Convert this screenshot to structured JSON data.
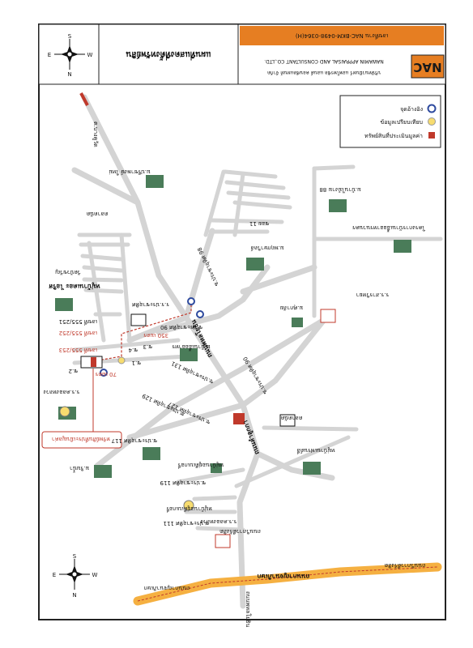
{
  "header": {
    "title": "แผนที่แสดงที่ตั้งทรัพย์สิน",
    "company_th": "บริษัทนวมินทร์ แอพไพรซัล แอนด์ คอนซัลแทนท์ จำกัด",
    "company_en": "NAWAMIN APPRAISAL AND CONSULTANT CO.,LTD.",
    "logo": "NAC",
    "ref": "เลขที่งาน NAC-BKM-0498-0364(H)"
  },
  "legend": [
    {
      "label": "ทรัพย์สินที่ประเมินมูลค่า",
      "icon": "red-square"
    },
    {
      "label": "ข้อมูลเปรียบเทียบ",
      "icon": "yellow-circle"
    },
    {
      "label": "จุดอ้างอิง",
      "icon": "blue-pin"
    }
  ],
  "compass": {
    "n": "N",
    "s": "S",
    "e": "E",
    "w": "W"
  },
  "labels": {
    "road_phaholyothin": "ถนนพหลโยธิน",
    "road_lumlukka": "ถนนลำลูกกา",
    "road_phaholyothin2": "ถนนพหลโยธิน",
    "road_vibhavadi": "ถนนวิภาวดีรังสิต",
    "road_vibhavadi2": "ถนนวิภาวดีรังสิต",
    "road_kanchana": "ถนนกาญจนาภิเษก",
    "soi_98": "ซ.ประชาอุทิศ 98",
    "soi_90": "ซ.ประชาอุทิศ 90",
    "soi_131": "ซ.ประชาอุทิศ 131",
    "soi_129": "ซ.ประชาอุทิศ 129",
    "soi_127": "ซ.ประชาอุทิศ 127",
    "soi_119": "ซ.ประชาอุทิศ 119",
    "soi_111": "ซ.ประชาอุทิศ 111",
    "soi_117": "ซ.ประชาอุทิศ 117",
    "soi_2": "ซ.2",
    "soi_3": "ซ.3",
    "soi_4": "ซ.4",
    "soi_1": "ซ.1",
    "soi_11": "ซอย 11",
    "prop_a": "เลขที่ 555/251",
    "prop_b": "เลขที่ 555/252",
    "prop_c": "เลขที่ 555/253",
    "dist_350": "350 เมตร",
    "dist_70": "70 เมตร",
    "village_1": "ม.ปรีชาพงษ์ ใหม่",
    "village_2": "ม.บ้านไม้งาม 88",
    "village_3": "ม.พฤกษาวิลล์",
    "village_4": "หมู่บ้านเดอะ ไอริส",
    "village_5": "ม.ริมน้ำ",
    "village_6": "ม.บ้านเอื้ออาทร",
    "village_7": "ม.ศุภาลัย",
    "village_8": "หมู่บ้านเฟรนด์ลี่",
    "village_9": "โครงการบ้านเอื้ออาทรนวนคร",
    "village_10": "หมู่บ้านอยู่ดีเบเกอรี่",
    "school_1": "ร.ร.สารวิทยา",
    "school_2": "ร.ร.คลองหลวง",
    "school_3": "ร.ร.ประชาอุทิศ",
    "temple": "วัดบัวขวัญ",
    "market": "ตลาดนัด",
    "callout": "ทรัพย์สินที่ประเมินมูลค่า",
    "north_sign": "ต.บางคูวัด"
  }
}
